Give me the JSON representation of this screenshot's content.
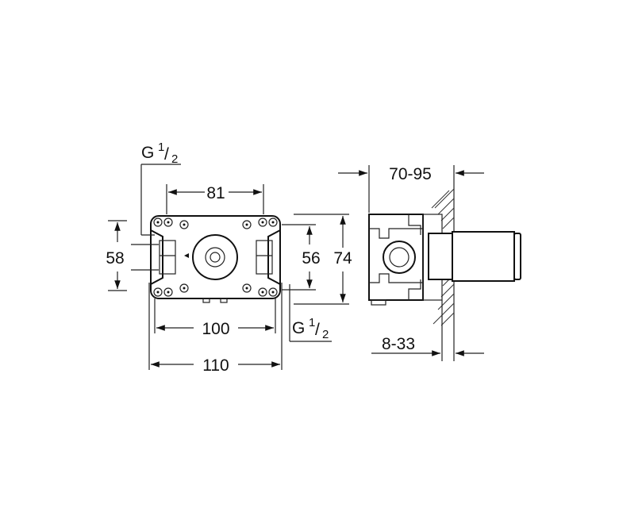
{
  "front_view": {
    "thread_top": {
      "base": "G",
      "sup": "1",
      "sub": "2"
    },
    "thread_bottom": {
      "base": "G",
      "sup": "1",
      "sub": "2"
    },
    "dim_81": "81",
    "dim_58": "58",
    "dim_56": "56",
    "dim_74": "74",
    "dim_100": "100",
    "dim_110": "110"
  },
  "side_view": {
    "dim_wall_depth": "70-95",
    "dim_cover": "8-33"
  }
}
